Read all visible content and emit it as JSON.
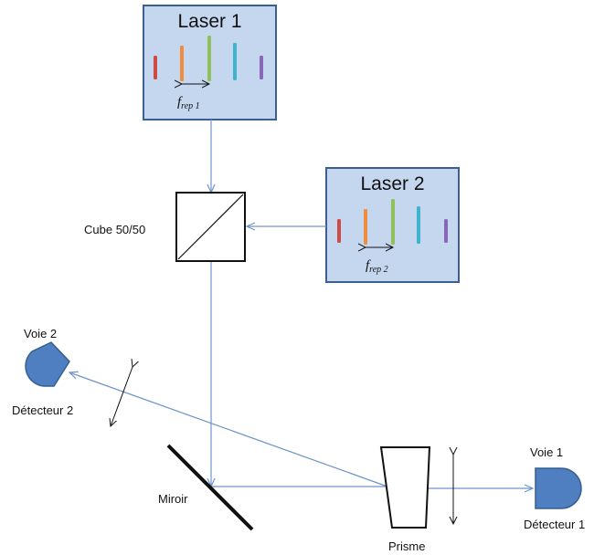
{
  "laser1": {
    "title": "Laser 1",
    "frep_main": "f",
    "frep_sub": "rep 1",
    "line_colors": [
      "#d04a45",
      "#f08c3b",
      "#8fc05a",
      "#3fb3cc",
      "#8866b8"
    ]
  },
  "laser2": {
    "title": "Laser 2",
    "frep_main": "f",
    "frep_sub": "rep 2",
    "line_colors": [
      "#d04a45",
      "#f08c3b",
      "#8fc05a",
      "#3fb3cc",
      "#8866b8"
    ]
  },
  "cube_label": "Cube 50/50",
  "mirror_label": "Miroir",
  "prism_label": "Prisme",
  "detector1": {
    "channel": "Voie 1",
    "name": "Détecteur 1"
  },
  "detector2": {
    "channel": "Voie 2",
    "name": "Détecteur 2"
  },
  "colors": {
    "box_fill": "#c5d6ef",
    "box_stroke": "#3b5f91",
    "beam": "#6f94c8",
    "detector_fill": "#4f7fc0",
    "detector_stroke": "#365f93"
  }
}
